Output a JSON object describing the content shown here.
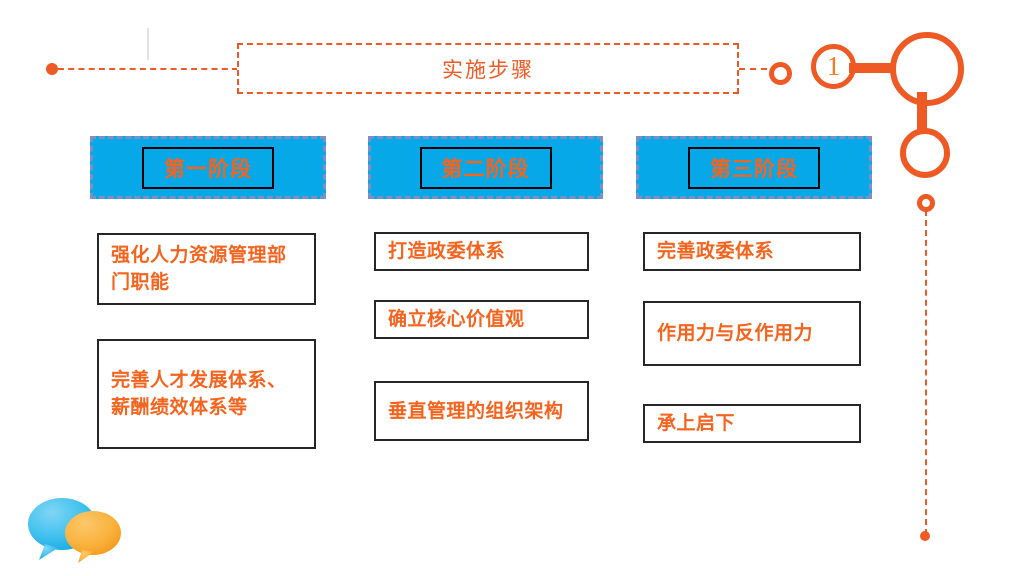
{
  "slide": {
    "title": "实施步骤",
    "accent_color": "#ef5a24",
    "stage_fill_color": "#07a8e8",
    "stage_border_color": "#7e8fc4",
    "text_color": "#f4641e",
    "box_border_color": "#262626",
    "step_number": "1"
  },
  "columns": [
    {
      "header": "第一阶段",
      "items": [
        "强化人力资源管理部门职能",
        "完善人才发展体系、薪酬绩效体系等"
      ]
    },
    {
      "header": "第二阶段",
      "items": [
        "打造政委体系",
        "确立核心价值观",
        "垂直管理的组织架构"
      ]
    },
    {
      "header": "第三阶段",
      "items": [
        "完善政委体系",
        "作用力与反作用力",
        "承上启下"
      ]
    }
  ]
}
